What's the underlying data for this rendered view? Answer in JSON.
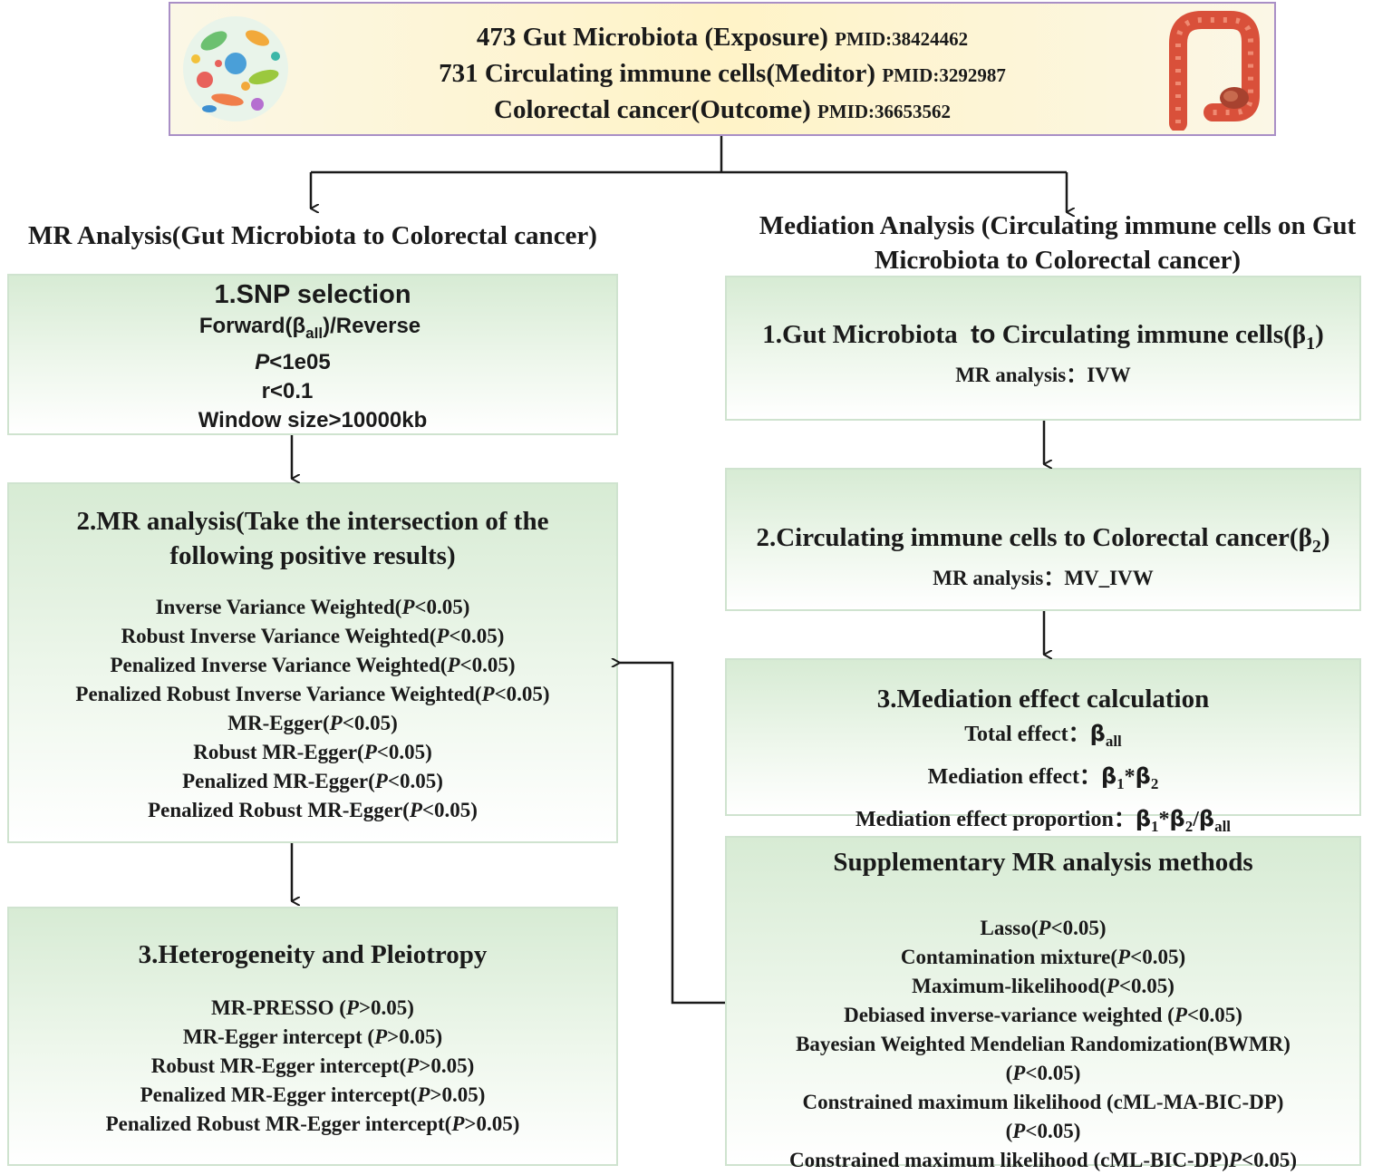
{
  "banner": {
    "lines": [
      {
        "text": "473 Gut Microbiota (Exposure)",
        "pmid": "PMID:38424462"
      },
      {
        "text": "731 Circulating immune cells(Meditor)",
        "pmid": "PMID:3292987"
      },
      {
        "text": "Colorectal cancer(Outcome)",
        "pmid": "PMID:36653562"
      }
    ]
  },
  "left": {
    "title": "MR Analysis(Gut Microbiota to Colorectal cancer)",
    "box1": {
      "title": "1.SNP selection",
      "line1_pre": "Forward(β",
      "line1_sub": "all",
      "line1_post": ")/Reverse",
      "line2_p": "P",
      "line2_rest": "<1e05",
      "line3": "r<0.1",
      "line4": "Window size>10000kb"
    },
    "box2": {
      "title_l1": "2.MR analysis(Take the intersection of the",
      "title_l2": "following positive results)",
      "items": [
        "Inverse Variance Weighted(",
        "Robust Inverse Variance Weighted(",
        "Penalized Inverse Variance Weighted(",
        "Penalized Robust Inverse Variance Weighted(",
        "MR-Egger(",
        "Robust  MR-Egger(",
        "Penalized  MR-Egger(",
        "Penalized Robust  MR-Egger("
      ],
      "p_label": "P",
      "p_rest": "<0.05)"
    },
    "box3": {
      "title": "3.Heterogeneity and Pleiotropy",
      "items": [
        "MR-PRESSO (",
        "MR-Egger intercept (",
        "Robust MR-Egger intercept(",
        "Penalized MR-Egger intercept(",
        "Penalized Robust MR-Egger intercept("
      ],
      "p_label": "P",
      "p_rest": ">0.05)"
    }
  },
  "right": {
    "title_l1": "Mediation Analysis (Circulating immune cells on Gut",
    "title_l2": "Microbiota to Colorectal cancer)",
    "box1": {
      "title_a": "1.Gut Microbiota",
      "title_b": "to",
      "title_c": "Circulating immune cells(β",
      "title_sub": "1",
      "title_end": ")",
      "method": "MR analysis：IVW"
    },
    "box2": {
      "title": "2.Circulating immune cells to Colorectal cancer(β",
      "title_sub": "2",
      "title_end": ")",
      "method": "MR analysis：MV_IVW"
    },
    "box3": {
      "title": "3.Mediation effect calculation",
      "total_label": "Total effect：",
      "mediation_label": "Mediation effect：",
      "proportion_label": "Mediation effect proportion：",
      "beta": "β",
      "sub_all": "all",
      "sub_1": "1",
      "sub_2": "2",
      "star": "*",
      "slash": "/"
    },
    "box4": {
      "title": "Supplementary MR analysis methods",
      "items": [
        {
          "pre": "Lasso(",
          "p": "P",
          "post": "<0.05)"
        },
        {
          "pre": "Contamination mixture(",
          "p": "P",
          "post": "<0.05)"
        },
        {
          "pre": "Maximum-likelihood(",
          "p": "P",
          "post": "<0.05)"
        },
        {
          "pre": "Debiased inverse-variance weighted (",
          "p": "P",
          "post": "<0.05)"
        },
        {
          "pre": "Bayesian Weighted Mendelian Randomization(BWMR)",
          "p": "",
          "post": ""
        },
        {
          "pre": "(",
          "p": "P",
          "post": "<0.05)"
        },
        {
          "pre": "Constrained maximum likelihood (cML-MA-BIC-DP)",
          "p": "",
          "post": ""
        },
        {
          "pre": "(",
          "p": "P",
          "post": "<0.05)"
        },
        {
          "pre": "Constrained maximum likelihood (cML-BIC-DP)",
          "p": "P",
          "post": "<0.05)"
        }
      ]
    }
  },
  "icons": {
    "microbes": "microbes-illustration-icon",
    "colon": "colon-illustration-icon"
  },
  "colors": {
    "banner_border": "#a98fc6",
    "banner_fill": "#fff3c7",
    "box_green": "#d7ebd4",
    "colon_red": "#d9503a"
  }
}
